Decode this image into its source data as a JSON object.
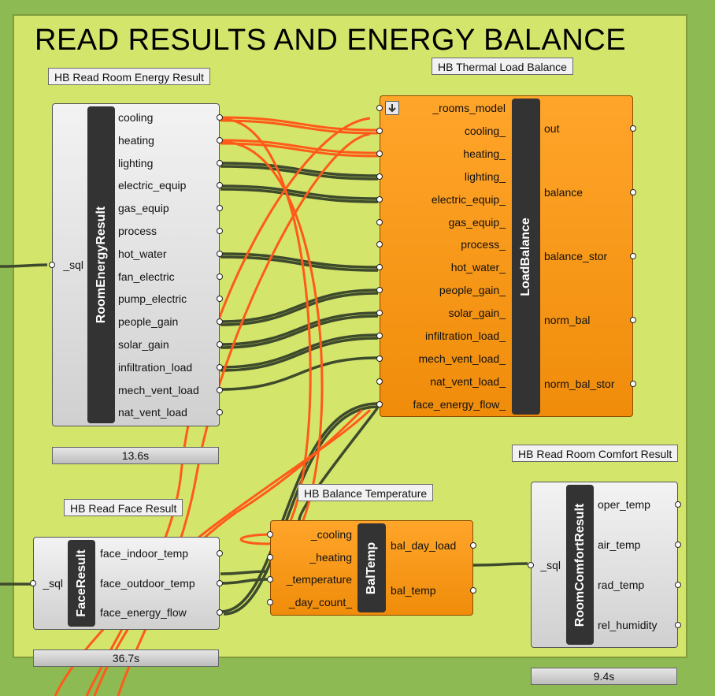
{
  "group": {
    "title": "READ RESULTS AND ENERGY BALANCE"
  },
  "components": {
    "room_energy": {
      "label": "HB Read Room Energy Result",
      "nickname": "RoomEnergyResult",
      "inputs": [
        "_sql"
      ],
      "outputs": [
        "cooling",
        "heating",
        "lighting",
        "electric_equip",
        "gas_equip",
        "process",
        "hot_water",
        "fan_electric",
        "pump_electric",
        "people_gain",
        "solar_gain",
        "infiltration_load",
        "mech_vent_load",
        "nat_vent_load"
      ],
      "timer": "13.6s"
    },
    "load_balance": {
      "label": "HB Thermal Load Balance",
      "nickname": "LoadBalance",
      "inputs": [
        "_rooms_model",
        "cooling_",
        "heating_",
        "lighting_",
        "electric_equip_",
        "gas_equip_",
        "process_",
        "hot_water_",
        "people_gain_",
        "solar_gain_",
        "infiltration_load_",
        "mech_vent_load_",
        "nat_vent_load_",
        "face_energy_flow_"
      ],
      "outputs": [
        "out",
        "balance",
        "balance_stor",
        "norm_bal",
        "norm_bal_stor"
      ],
      "icon": "down-arrow-icon"
    },
    "face_result": {
      "label": "HB Read Face Result",
      "nickname": "FaceResult",
      "inputs": [
        "_sql"
      ],
      "outputs": [
        "face_indoor_temp",
        "face_outdoor_temp",
        "face_energy_flow"
      ],
      "timer": "36.7s"
    },
    "bal_temp": {
      "label": "HB Balance Temperature",
      "nickname": "BalTemp",
      "inputs": [
        "_cooling",
        "_heating",
        "_temperature",
        "_day_count_"
      ],
      "outputs": [
        "bal_day_load",
        "bal_temp"
      ]
    },
    "comfort": {
      "label": "HB Read Room Comfort Result",
      "nickname": "RoomComfortResult",
      "inputs": [
        "_sql"
      ],
      "outputs": [
        "oper_temp",
        "air_temp",
        "rad_temp",
        "rel_humidity"
      ],
      "timer": "9.4s"
    }
  },
  "colors": {
    "canvas": "#8dba52",
    "group": "#d4e56b",
    "wire_dark": "#3e4a2c",
    "wire_selected": "#ff5a1a",
    "orange_component": "#f7961a"
  }
}
